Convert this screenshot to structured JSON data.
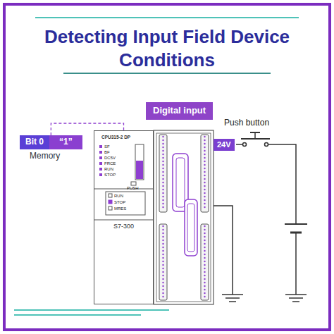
{
  "diagram": {
    "title": "Detecting Input Field Device Conditions",
    "nodes": [
      {
        "text": [
          "Bit 0",
          "“1”",
          "Memory"
        ]
      },
      {
        "text": [
          "CPU315-2 DP",
          "S7-300"
        ]
      },
      {
        "text": [
          "Digital input"
        ]
      },
      {
        "text": [
          "24V"
        ]
      }
    ],
    "edges": [
      {
        "from": 0,
        "to": 1,
        "arrow": "none"
      }
    ],
    "labels": [
      "SF",
      "BF",
      "DC5V",
      "FRCE",
      "RUN",
      "STOP",
      "PUSH",
      "RUN",
      "STOP",
      "MRES",
      "Push button"
    ]
  }
}
